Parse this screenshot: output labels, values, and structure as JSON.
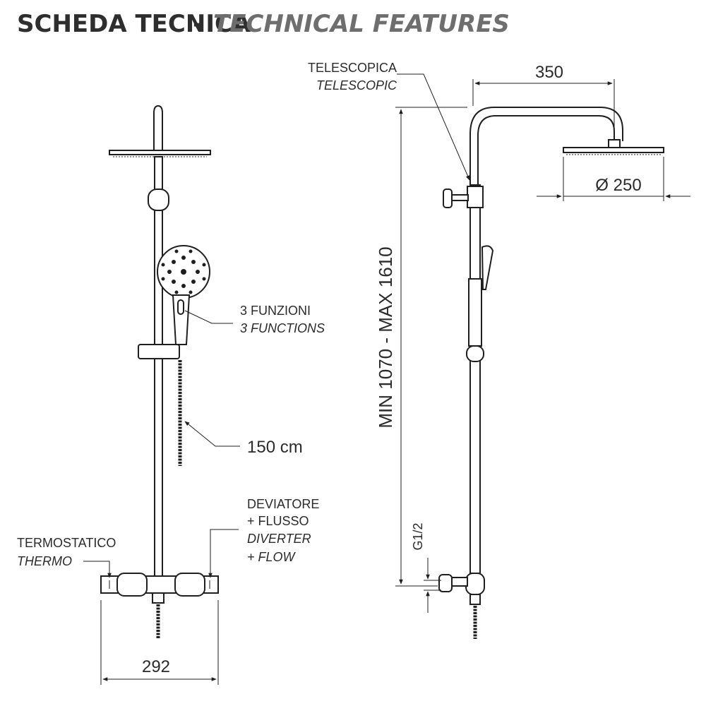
{
  "header": {
    "title_it": "SCHEDA TECNICA",
    "separator": "-",
    "title_en": "TECHNICAL FEATURES"
  },
  "labels": {
    "functions_it": "3 FUNZIONI",
    "functions_en": "3 FUNCTIONS",
    "hose_length": "150 cm",
    "diverter_it_1": "DEVIATORE",
    "diverter_it_2": "+ FLUSSO",
    "diverter_en_1": "DIVERTER",
    "diverter_en_2": "+ FLOW",
    "thermo_it": "TERMOSTATICO",
    "thermo_en": "THERMO",
    "telescopic_it": "TELESCOPICA",
    "telescopic_en": "TELESCOPIC"
  },
  "dimensions": {
    "width_mixer": "292",
    "arm_length": "350",
    "head_diameter": "Ø 250",
    "height_range": "MIN 1070  -  MAX 1610",
    "connection": "G1/2"
  },
  "colors": {
    "title_dark": "#2e2e2e",
    "title_light": "#6e6e6e",
    "line": "#1f1f1f"
  }
}
